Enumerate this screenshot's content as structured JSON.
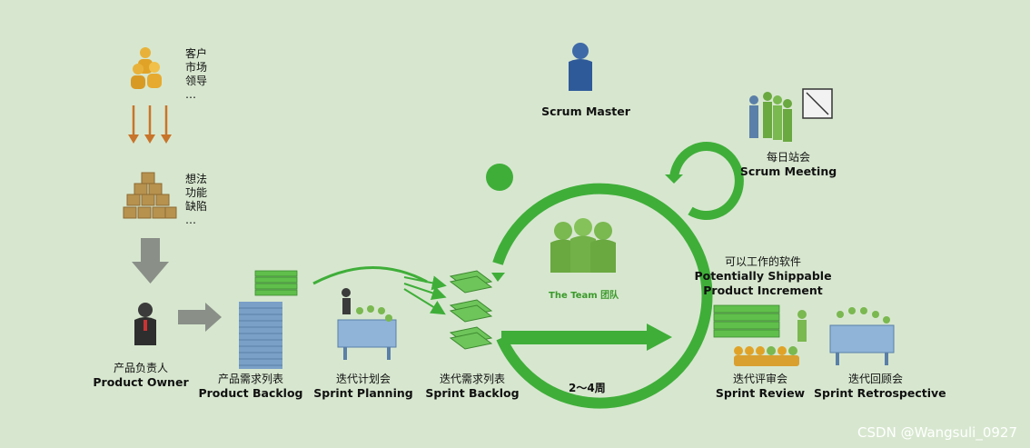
{
  "stakeholders": [
    "客户",
    "市场",
    "领导",
    "…"
  ],
  "ideas": [
    "想法",
    "功能",
    "缺陷",
    "…"
  ],
  "product_owner": {
    "cn": "产品负责人",
    "en": "Product Owner"
  },
  "product_backlog": {
    "cn": "产品需求列表",
    "en": "Product Backlog"
  },
  "sprint_planning": {
    "cn": "迭代计划会",
    "en": "Sprint Planning"
  },
  "sprint_backlog": {
    "cn": "迭代需求列表",
    "en": "Sprint Backlog"
  },
  "scrum_master": {
    "en": "Scrum Master"
  },
  "scrum_meeting": {
    "cn": "每日站会",
    "en": "Scrum Meeting"
  },
  "team": {
    "label": "The Team 团队"
  },
  "duration": {
    "label": "2～4周"
  },
  "increment": {
    "cn": "可以工作的软件",
    "en1": "Potentially Shippable",
    "en2": "Product Increment"
  },
  "sprint_review": {
    "cn": "迭代评审会",
    "en": "Sprint Review"
  },
  "sprint_retrospective": {
    "cn": "迭代回顾会",
    "en": "Sprint Retrospective"
  },
  "watermark": "CSDN @Wangsuli_0927",
  "colors": {
    "background": "#d7e7cf",
    "accent_green": "#3fae39",
    "arrow_orange": "#c8742a",
    "arrow_gray": "#8a8f88",
    "backlog_blue": "#7aa0c8"
  }
}
